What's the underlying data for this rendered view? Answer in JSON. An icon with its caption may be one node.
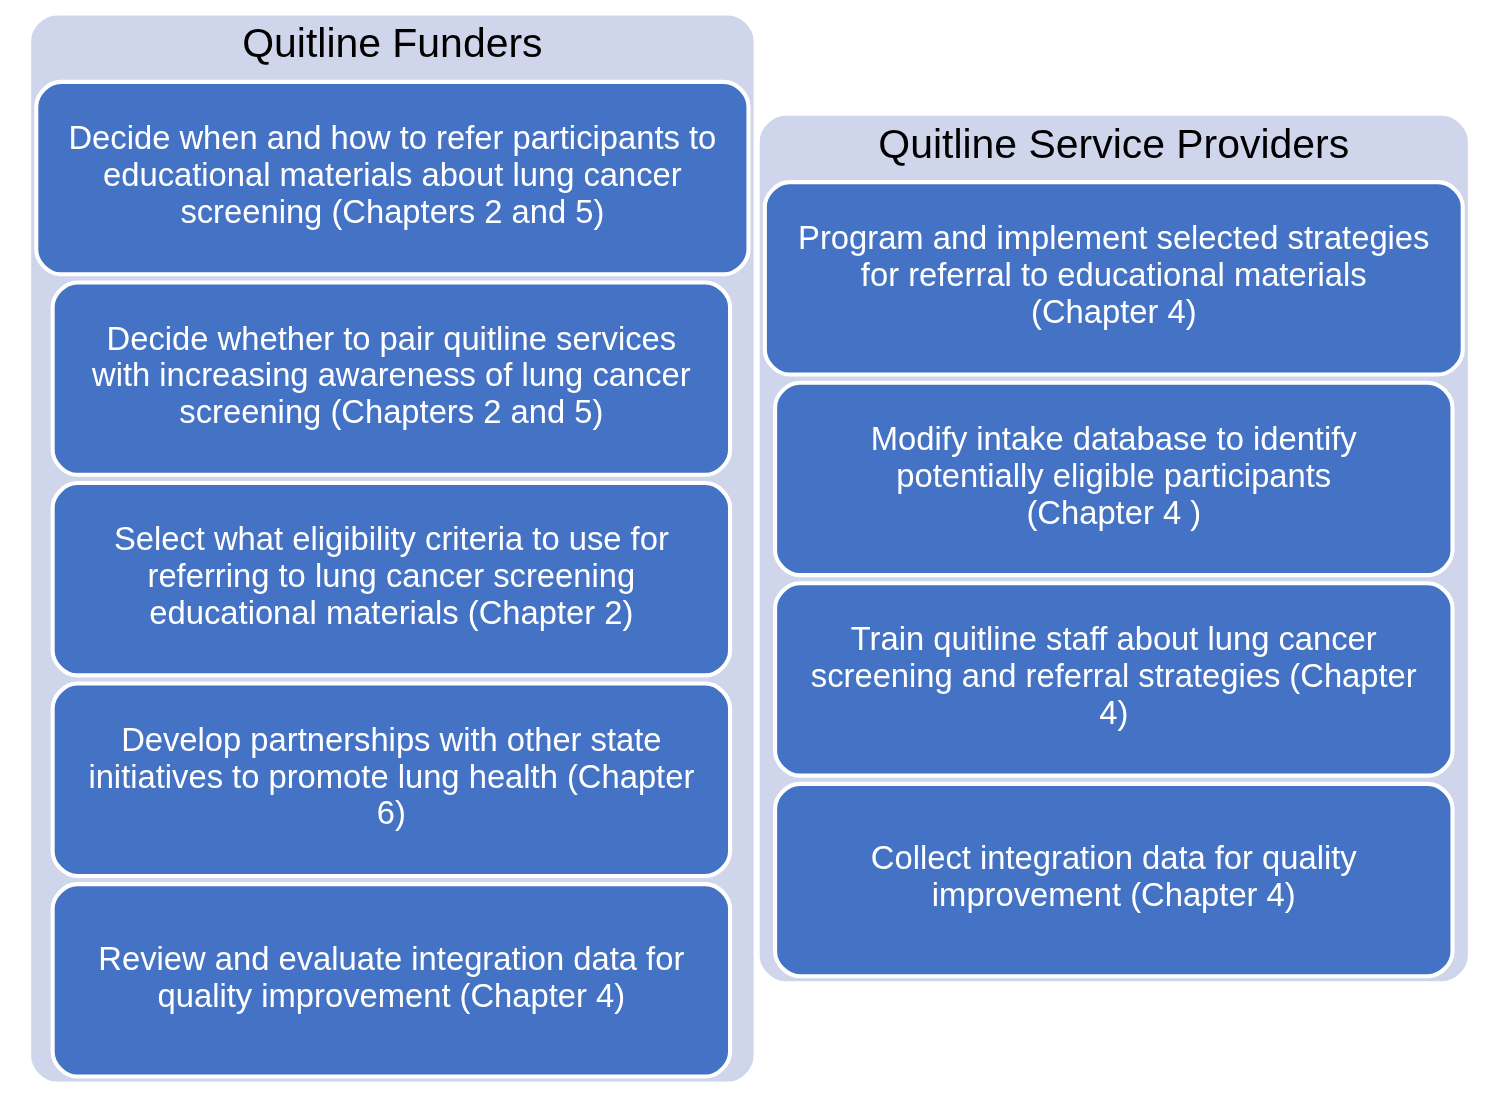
{
  "diagram": {
    "nodes": [
      {
        "text": [
          "Quitline Service Providers"
        ]
      },
      {
        "text": [
          "Modify intake database to identify potentially eligible participants",
          "(Chapter 4 )"
        ],
        "in": 0
      },
      {
        "text": [
          "Program and implement selected strategies for referral to educational materials (Chapter 4)"
        ],
        "in": 0
      },
      {
        "text": [
          "Train quitline staff about lung cancer screening and referral strategies (Chapter 4)"
        ],
        "in": 0
      },
      {
        "text": [
          "Collect integration data for quality improvement (Chapter 4)"
        ],
        "in": 0
      },
      {
        "text": [
          "Quitline Funders"
        ]
      },
      {
        "text": [
          "Decide whether to pair quitline services with increasing awareness of lung cancer screening (Chapters 2 and 5)"
        ],
        "in": 5
      },
      {
        "text": [
          "Select what eligibility criteria to use for referring to lung cancer screening educational materials (Chapter 2)"
        ],
        "in": 5
      },
      {
        "text": [
          "Decide when and how to refer participants to educational materials about lung cancer screening (Chapters 2 and 5)"
        ],
        "in": 5
      },
      {
        "text": [
          "Develop partnerships with other state initiatives to promote lung health (Chapter 6)"
        ],
        "in": 5
      },
      {
        "text": [
          "Review and evaluate integration data for quality improvement (Chapter 4)"
        ],
        "in": 5
      }
    ],
    "edges": []
  }
}
